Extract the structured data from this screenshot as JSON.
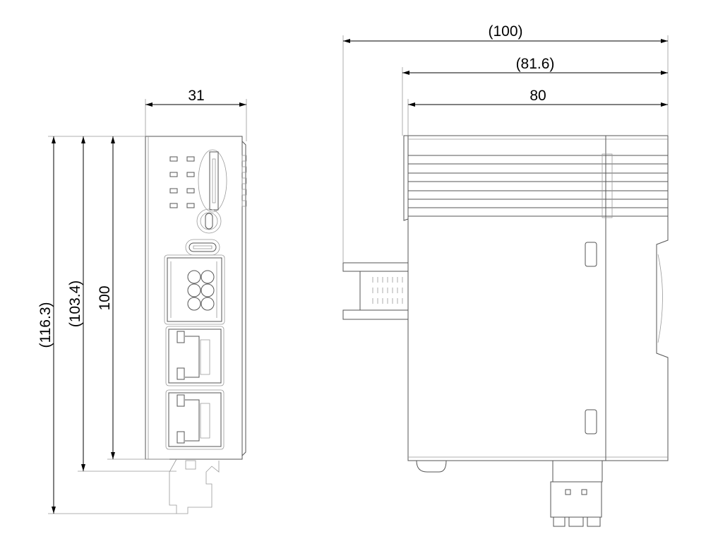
{
  "front_view": {
    "dims": {
      "width": "31",
      "height": "100",
      "height_with_clip": "(103.4)",
      "height_with_connector": "(116.3)"
    }
  },
  "side_view": {
    "dims": {
      "depth": "80",
      "depth_with_clip": "(81.6)",
      "depth_with_connector": "(100)"
    }
  }
}
